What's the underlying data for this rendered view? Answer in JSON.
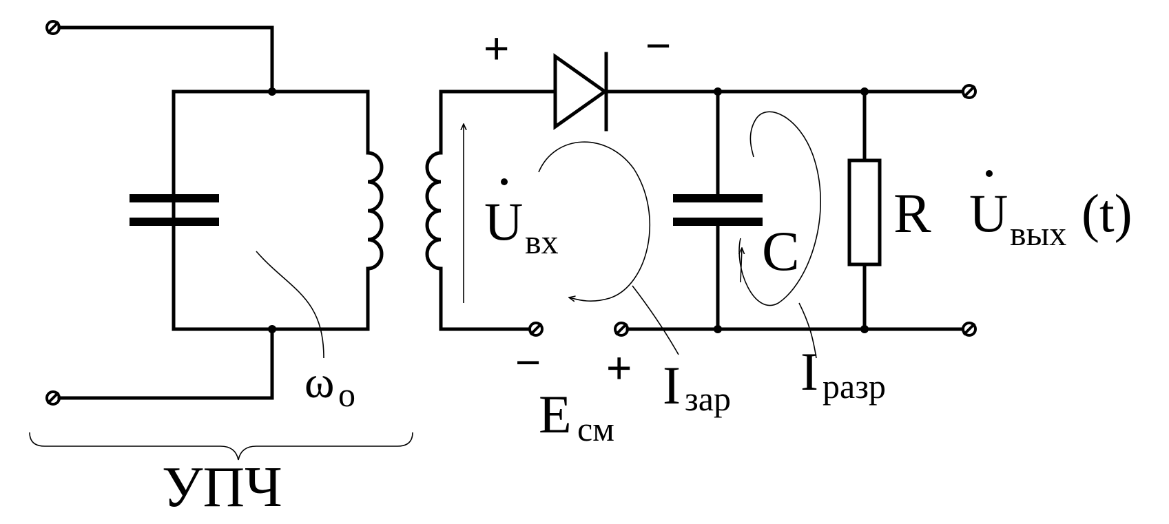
{
  "labels": {
    "input_voltage_main": "U",
    "input_voltage_sub": "вх",
    "output_voltage_main": "U",
    "output_voltage_sub": "вых",
    "output_voltage_arg": "(t)",
    "capacitor": "C",
    "resistor": "R",
    "resonance_main": "ω",
    "resonance_sub": "o",
    "bias_main": "E",
    "bias_sub": "см",
    "charge_current_main": "I",
    "charge_current_sub": "зар",
    "discharge_current_main": "I",
    "discharge_current_sub": "разр",
    "amplifier_block": "УПЧ",
    "diode_plus": "+",
    "diode_minus": "−",
    "bias_minus": "−",
    "bias_plus": "+"
  }
}
